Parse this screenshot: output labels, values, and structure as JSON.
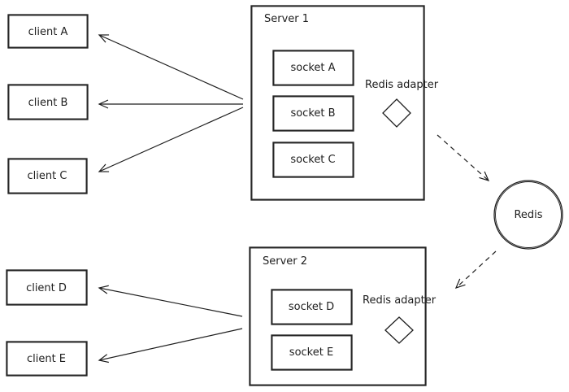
{
  "servers": [
    {
      "id": "server-1",
      "title": "Server 1",
      "sockets": [
        "socket A",
        "socket B",
        "socket C"
      ],
      "adapter_label": "Redis adapter"
    },
    {
      "id": "server-2",
      "title": "Server 2",
      "sockets": [
        "socket D",
        "socket E"
      ],
      "adapter_label": "Redis adapter"
    }
  ],
  "clients": [
    "client A",
    "client B",
    "client C",
    "client D",
    "client E"
  ],
  "redis": {
    "label": "Redis"
  },
  "connections": [
    {
      "from": "server-1",
      "to": "client A",
      "style": "solid"
    },
    {
      "from": "server-1",
      "to": "client B",
      "style": "solid"
    },
    {
      "from": "server-1",
      "to": "client C",
      "style": "solid"
    },
    {
      "from": "server-2",
      "to": "client D",
      "style": "solid"
    },
    {
      "from": "server-2",
      "to": "client E",
      "style": "solid"
    },
    {
      "from": "server-1",
      "to": "Redis",
      "style": "dashed"
    },
    {
      "from": "Redis",
      "to": "server-2",
      "style": "dashed"
    }
  ],
  "colors": {
    "stroke": "#1e1e1e",
    "background": "#ffffff"
  }
}
